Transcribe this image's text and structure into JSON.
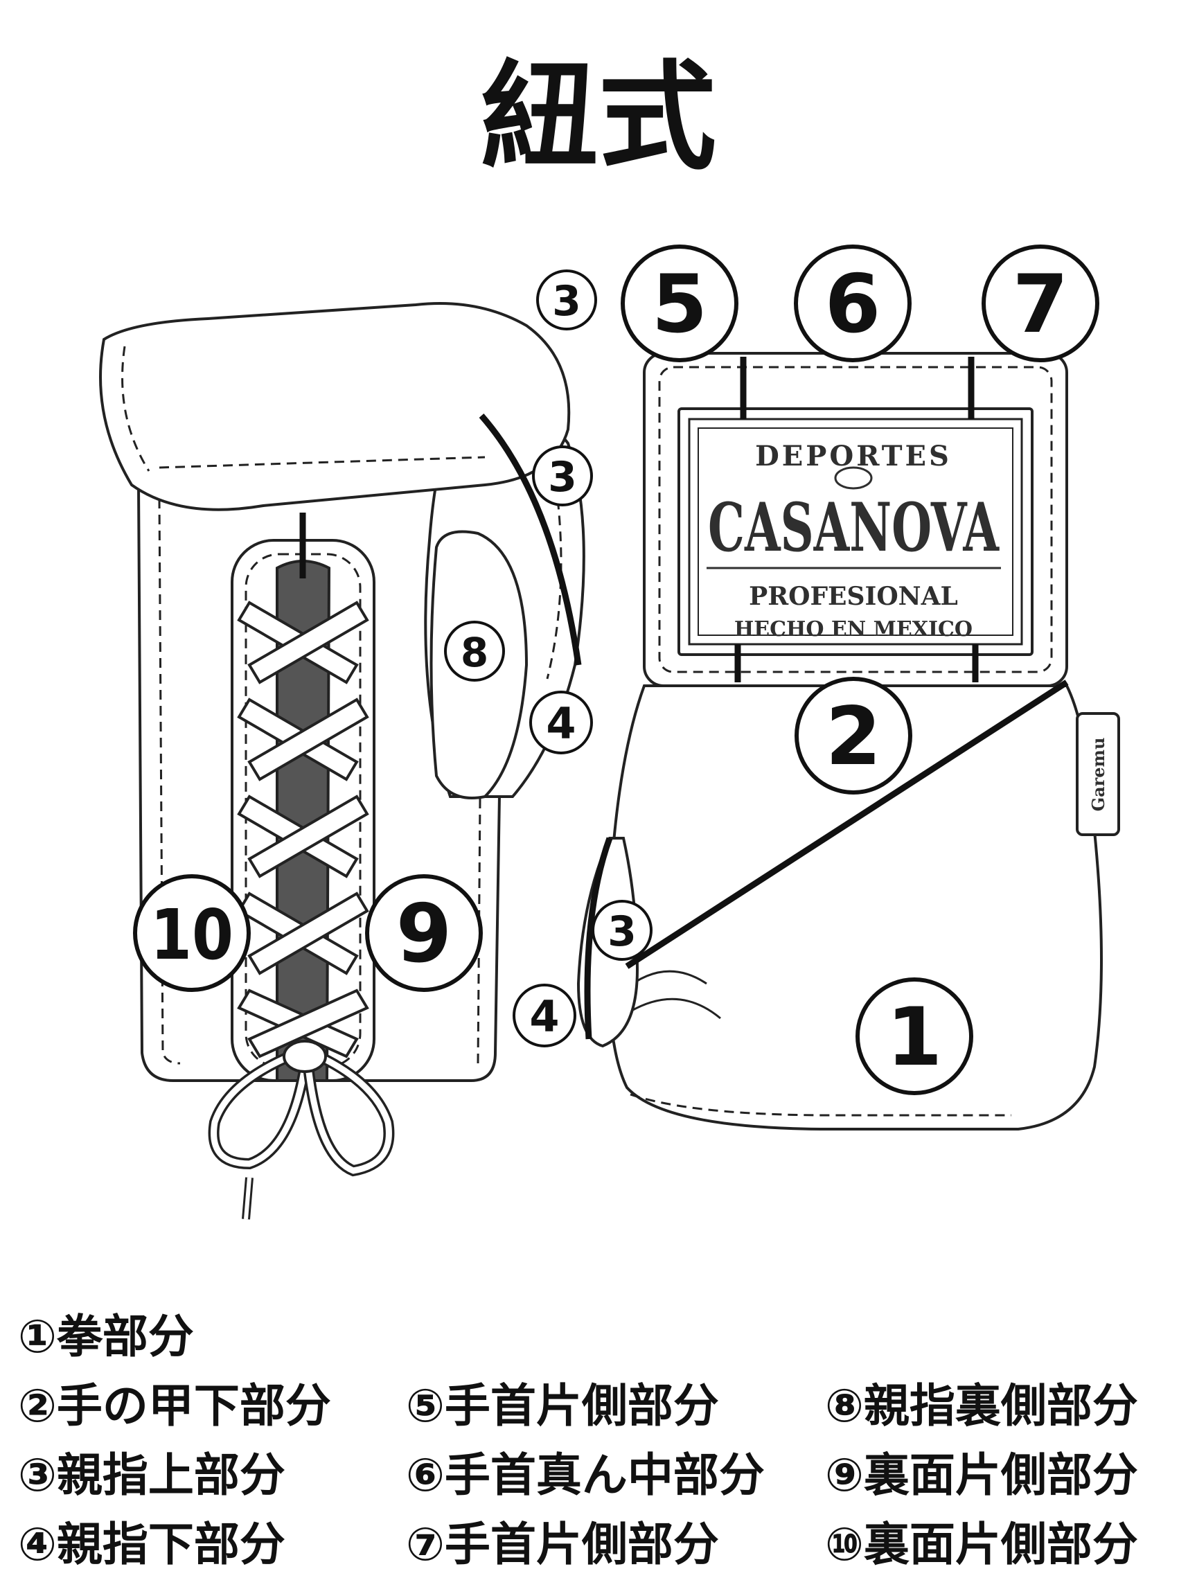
{
  "title": "紐式",
  "label": {
    "line1": "DEPORTES",
    "line2": "CASANOVA",
    "line3": "PROFESIONAL",
    "line4": "HECHO EN MEXICO",
    "side_tag": "Garemu"
  },
  "markers": {
    "m1": "1",
    "m2": "2",
    "m3_top": "3",
    "m3_left_glove": "3",
    "m3_right_glove": "3",
    "m4_left_glove": "4",
    "m4_right_glove": "4",
    "m5": "5",
    "m6": "6",
    "m7": "7",
    "m8": "8",
    "m9": "9",
    "m10": "10"
  },
  "legend": {
    "item1": "①拳部分",
    "item2": "②手の甲下部分",
    "item3": "③親指上部分",
    "item4": "④親指下部分",
    "item5": "⑤手首片側部分",
    "item6": "⑥手首真ん中部分",
    "item7": "⑦手首片側部分",
    "item8": "⑧親指裏側部分",
    "item9": "⑨裏面片側部分",
    "item10": "⑩裏面片側部分"
  }
}
